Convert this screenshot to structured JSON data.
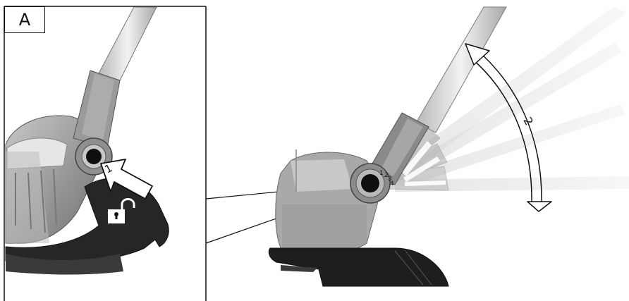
{
  "figure": {
    "panel_label": "A",
    "step_release_label": "1",
    "step_adjust_label": "2",
    "angle_positions": [
      "1",
      "2",
      "3",
      "4"
    ]
  },
  "colors": {
    "line": "#111111",
    "body_gray": "#8a8a8a",
    "guard_dark": "#2a2a2a",
    "shaft_light": "#d6d6d6"
  },
  "icons": {
    "release_arrow": "arrow-icon",
    "unlock": "unlock-icon",
    "adjust_range": "double-arrow-icon"
  }
}
